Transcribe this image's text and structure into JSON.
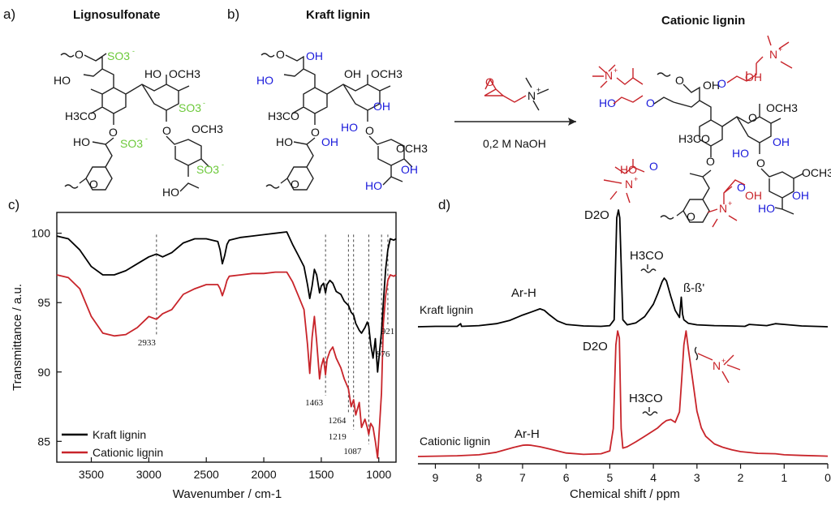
{
  "panels": {
    "a": {
      "label": "a)",
      "title": "Lignosulfonate"
    },
    "b": {
      "label": "b)",
      "title": "Kraft lignin"
    },
    "product": {
      "title": "Cationic lignin"
    },
    "c": {
      "label": "c)"
    },
    "d": {
      "label": "d)"
    }
  },
  "reaction": {
    "condition": "0,2 M NaOH"
  },
  "chem": {
    "so3": "SO3",
    "so3_minus": "-",
    "oh": "OH",
    "ho": "HO",
    "och3": "OCH3",
    "h3co": "H3CO",
    "o": "O",
    "n": "N",
    "n_plus": "+",
    "d2o": "D2O"
  },
  "colors": {
    "kraft": "#000000",
    "cationic": "#c8242a",
    "hydroxyl": "#1a1adb",
    "sulfonate": "#6cc93a"
  },
  "chart_data": [
    {
      "type": "line",
      "panel": "c",
      "xlabel": "Wavenumber / cm-1",
      "ylabel": "Transmittance / a.u.",
      "xlim": [
        3800,
        850
      ],
      "ylim": [
        83.5,
        101.5
      ],
      "xticks": [
        3500,
        3000,
        2500,
        2000,
        1500,
        1000
      ],
      "yticks": [
        85,
        90,
        95,
        100
      ],
      "legend": "bottom-left",
      "series": [
        {
          "name": "Kraft lignin",
          "color": "#000000",
          "x": [
            3800,
            3700,
            3600,
            3500,
            3400,
            3300,
            3200,
            3100,
            3000,
            2933,
            2880,
            2800,
            2700,
            2600,
            2500,
            2400,
            2380,
            2360,
            2340,
            2320,
            2300,
            2200,
            2100,
            2000,
            1900,
            1800,
            1750,
            1700,
            1650,
            1620,
            1600,
            1580,
            1560,
            1540,
            1515,
            1500,
            1480,
            1463,
            1450,
            1425,
            1400,
            1370,
            1330,
            1300,
            1264,
            1240,
            1219,
            1200,
            1170,
            1150,
            1120,
            1100,
            1087,
            1070,
            1050,
            1030,
            1010,
            976,
            960,
            940,
            921,
            900,
            870,
            850
          ],
          "y": [
            99.8,
            99.6,
            98.8,
            97.6,
            97.0,
            97.0,
            97.3,
            97.8,
            98.3,
            98.5,
            98.3,
            98.6,
            99.3,
            99.6,
            99.6,
            99.4,
            98.8,
            97.8,
            98.4,
            99.2,
            99.5,
            99.7,
            99.8,
            99.9,
            100.0,
            100.1,
            99.2,
            98.4,
            97.6,
            96.3,
            95.3,
            96.2,
            97.4,
            97.0,
            95.7,
            96.2,
            96.4,
            95.7,
            96.3,
            96.6,
            96.4,
            95.8,
            95.6,
            95.1,
            94.8,
            94.3,
            94.1,
            93.5,
            93.0,
            92.8,
            93.2,
            93.6,
            93.3,
            92.0,
            91.0,
            92.4,
            90.0,
            92.9,
            95.0,
            97.4,
            98.8,
            99.6,
            99.5,
            99.6
          ]
        },
        {
          "name": "Cationic lignin",
          "color": "#c8242a",
          "x": [
            3800,
            3700,
            3600,
            3500,
            3400,
            3300,
            3200,
            3100,
            3000,
            2933,
            2880,
            2800,
            2700,
            2600,
            2500,
            2400,
            2380,
            2360,
            2340,
            2320,
            2300,
            2200,
            2100,
            2000,
            1900,
            1800,
            1750,
            1700,
            1650,
            1620,
            1600,
            1580,
            1560,
            1540,
            1515,
            1500,
            1480,
            1463,
            1450,
            1425,
            1400,
            1370,
            1330,
            1300,
            1264,
            1240,
            1219,
            1200,
            1170,
            1150,
            1120,
            1100,
            1087,
            1070,
            1050,
            1030,
            1010,
            976,
            960,
            940,
            921,
            900,
            870,
            850
          ],
          "y": [
            97.0,
            96.8,
            96.0,
            94.0,
            92.8,
            92.6,
            92.7,
            93.2,
            94.0,
            93.8,
            94.2,
            94.5,
            95.6,
            96.0,
            96.3,
            96.3,
            96.0,
            95.5,
            96.0,
            96.6,
            96.9,
            97.0,
            97.1,
            97.1,
            97.2,
            97.2,
            96.5,
            95.5,
            94.5,
            92.0,
            89.9,
            92.5,
            94.0,
            92.2,
            89.5,
            90.4,
            91.0,
            89.8,
            90.9,
            91.5,
            91.8,
            91.0,
            90.3,
            89.5,
            88.8,
            87.5,
            88.0,
            86.9,
            87.8,
            86.0,
            86.6,
            86.0,
            85.5,
            86.3,
            86.0,
            85.0,
            83.8,
            88.5,
            93.5,
            95.5,
            96.6,
            97.0,
            96.9,
            97.0
          ]
        }
      ],
      "annotations": [
        "2933",
        "1463",
        "1264",
        "1219",
        "1087",
        "976",
        "921"
      ]
    },
    {
      "type": "line",
      "panel": "d",
      "xlabel": "Chemical shift / ppm",
      "xlim": [
        9.4,
        0
      ],
      "xticks": [
        9,
        8,
        7,
        6,
        5,
        4,
        3,
        2,
        1,
        0
      ],
      "series": [
        {
          "name": "Kraft lignin",
          "color": "#000000",
          "x": [
            9.4,
            9.0,
            8.5,
            8.42,
            8.4,
            8.0,
            7.6,
            7.3,
            7.0,
            6.8,
            6.6,
            6.5,
            6.4,
            6.2,
            6.0,
            5.6,
            5.2,
            5.0,
            4.9,
            4.84,
            4.8,
            4.77,
            4.7,
            4.6,
            4.4,
            4.2,
            4.0,
            3.9,
            3.8,
            3.75,
            3.7,
            3.6,
            3.5,
            3.4,
            3.36,
            3.33,
            3.3,
            3.2,
            3.0,
            2.6,
            2.2,
            1.9,
            1.8,
            1.4,
            1.2,
            1.0,
            0.6,
            0
          ],
          "y": [
            0,
            0.1,
            0.1,
            0.8,
            0.1,
            0.3,
            0.8,
            1.6,
            3.0,
            3.8,
            4.6,
            4.2,
            3.2,
            1.5,
            0.6,
            0.2,
            0.1,
            0.3,
            1.8,
            28,
            30,
            28,
            1.8,
            0.5,
            1.0,
            2.6,
            5.8,
            8.5,
            11.6,
            12.5,
            11.8,
            7.8,
            4.2,
            2.4,
            7.6,
            3.2,
            1.8,
            0.9,
            0.5,
            0.3,
            0.2,
            0.1,
            0.6,
            0.3,
            0.8,
            0.6,
            0.2,
            0
          ]
        },
        {
          "name": "Cationic lignin",
          "color": "#c8242a",
          "x": [
            9.4,
            9.0,
            8.5,
            8.0,
            7.6,
            7.2,
            7.0,
            6.9,
            6.8,
            6.6,
            6.4,
            6.0,
            5.6,
            5.2,
            5.0,
            4.92,
            4.86,
            4.82,
            4.78,
            4.74,
            4.7,
            4.6,
            4.4,
            4.2,
            4.0,
            3.9,
            3.8,
            3.7,
            3.6,
            3.5,
            3.4,
            3.35,
            3.3,
            3.25,
            3.2,
            3.1,
            3.0,
            2.9,
            2.8,
            2.6,
            2.4,
            2.2,
            2.0,
            1.6,
            1.2,
            1.0,
            0.6,
            0
          ],
          "y": [
            0,
            0.1,
            0.2,
            0.5,
            1.2,
            2.6,
            3.2,
            3.3,
            3.2,
            2.8,
            2.2,
            1.0,
            0.6,
            0.8,
            1.6,
            8,
            32,
            36,
            34,
            8,
            2.4,
            2.8,
            4.2,
            5.8,
            7.4,
            8.2,
            9.4,
            10.3,
            10.6,
            9.8,
            12.8,
            22,
            32,
            36,
            31,
            22,
            13,
            8.2,
            5.8,
            3.6,
            2.6,
            1.9,
            1.4,
            0.9,
            0.8,
            0.5,
            0.3,
            0.1
          ]
        }
      ],
      "annotations": [
        "Ar-H",
        "H3CO",
        "ß-ß'",
        "D2O"
      ]
    }
  ]
}
